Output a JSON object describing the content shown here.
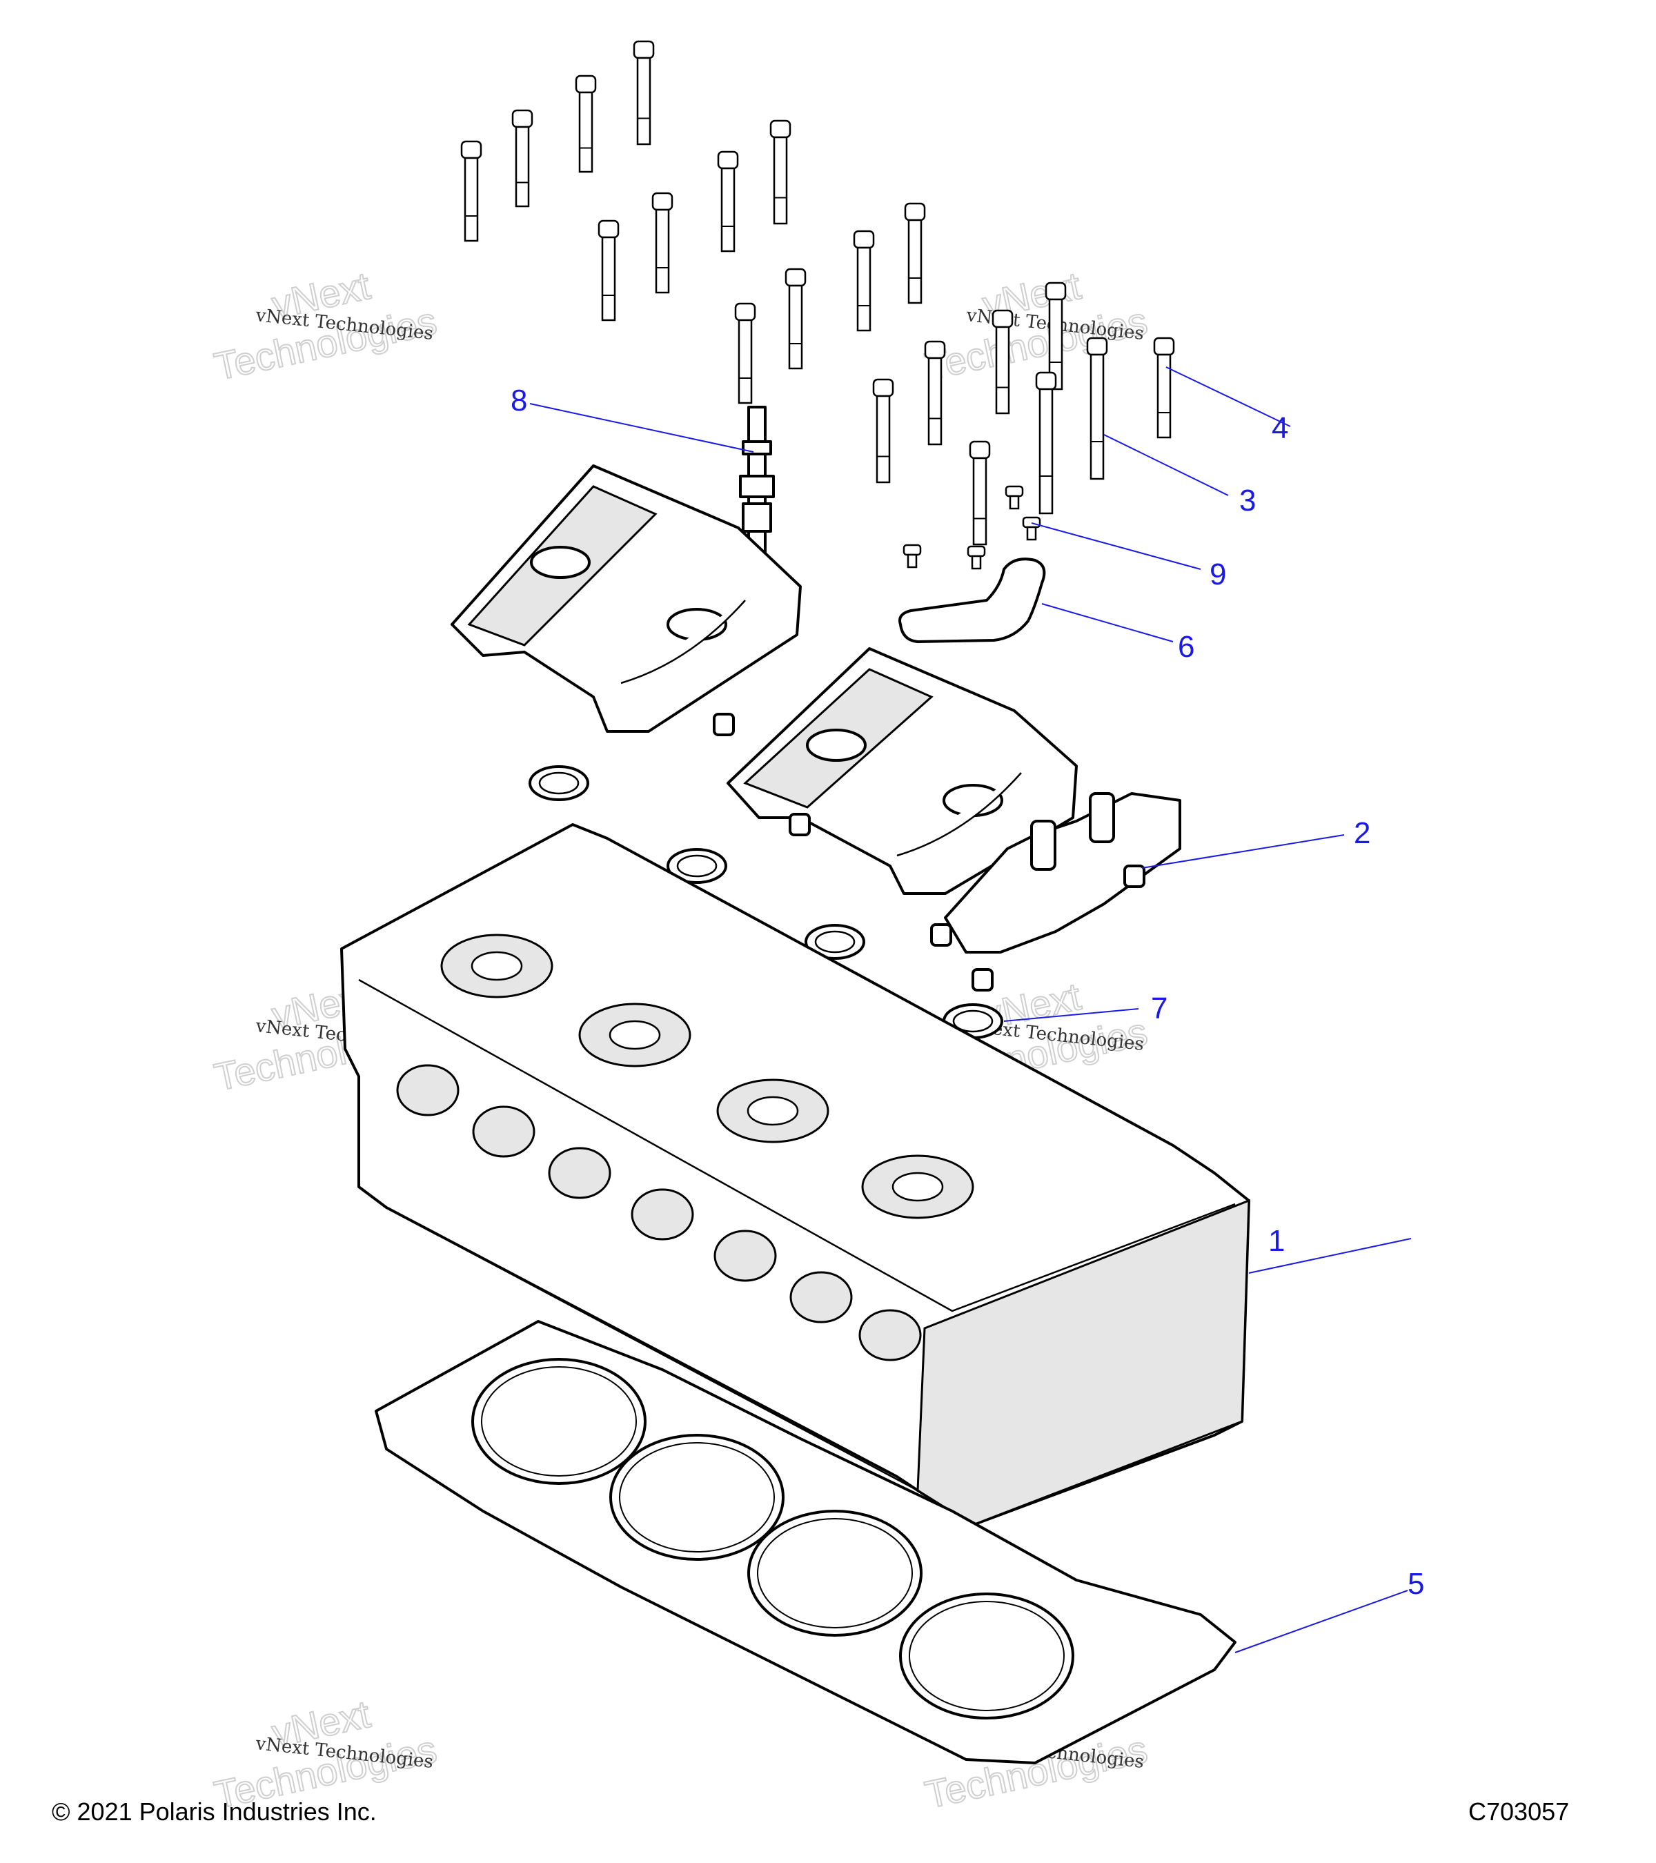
{
  "diagram": {
    "callouts": [
      {
        "id": "1",
        "label": "1"
      },
      {
        "id": "2",
        "label": "2"
      },
      {
        "id": "3",
        "label": "3"
      },
      {
        "id": "4",
        "label": "4"
      },
      {
        "id": "5",
        "label": "5"
      },
      {
        "id": "6",
        "label": "6"
      },
      {
        "id": "7",
        "label": "7"
      },
      {
        "id": "8",
        "label": "8"
      },
      {
        "id": "9",
        "label": "9"
      }
    ],
    "watermark": {
      "line_small": "vNext Technologies",
      "line_big_top": "vNext",
      "line_big_bottom": "Technologies"
    },
    "colors": {
      "callout": "#1a1ae6",
      "line": "#000000",
      "watermark": "#cfcfcf"
    }
  },
  "footer": {
    "copyright": "© 2021 Polaris Industries Inc.",
    "diagram_code": "C703057"
  }
}
